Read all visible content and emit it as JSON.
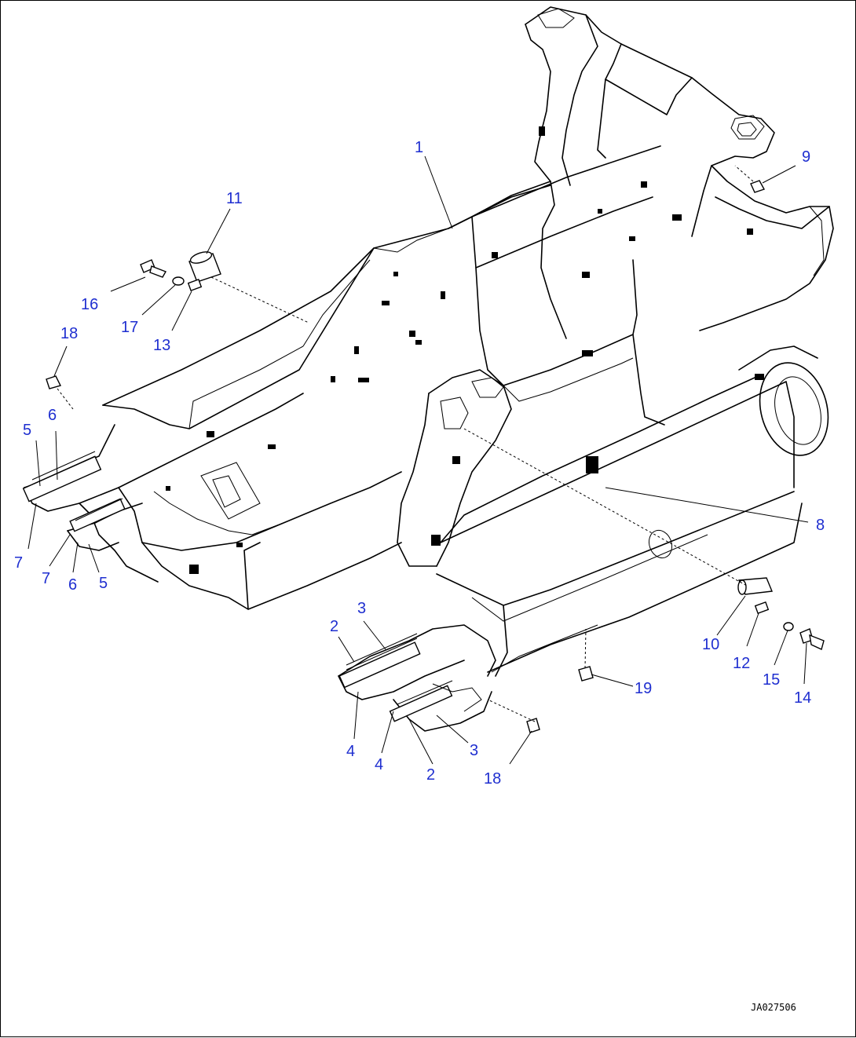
{
  "diagram": {
    "callouts": [
      {
        "id": "c1",
        "label": "1"
      },
      {
        "id": "c2a",
        "label": "2"
      },
      {
        "id": "c2b",
        "label": "2"
      },
      {
        "id": "c3a",
        "label": "3"
      },
      {
        "id": "c3b",
        "label": "3"
      },
      {
        "id": "c4a",
        "label": "4"
      },
      {
        "id": "c4b",
        "label": "4"
      },
      {
        "id": "c5a",
        "label": "5"
      },
      {
        "id": "c5b",
        "label": "5"
      },
      {
        "id": "c6a",
        "label": "6"
      },
      {
        "id": "c6b",
        "label": "6"
      },
      {
        "id": "c7a",
        "label": "7"
      },
      {
        "id": "c7b",
        "label": "7"
      },
      {
        "id": "c8",
        "label": "8"
      },
      {
        "id": "c9",
        "label": "9"
      },
      {
        "id": "c10",
        "label": "10"
      },
      {
        "id": "c11",
        "label": "11"
      },
      {
        "id": "c12",
        "label": "12"
      },
      {
        "id": "c13",
        "label": "13"
      },
      {
        "id": "c14",
        "label": "14"
      },
      {
        "id": "c15",
        "label": "15"
      },
      {
        "id": "c16",
        "label": "16"
      },
      {
        "id": "c17",
        "label": "17"
      },
      {
        "id": "c18a",
        "label": "18"
      },
      {
        "id": "c18b",
        "label": "18"
      },
      {
        "id": "c19",
        "label": "19"
      }
    ],
    "drawing_code": "JA027506",
    "label_color": "#1f2fd0",
    "line_color": "#000000"
  }
}
